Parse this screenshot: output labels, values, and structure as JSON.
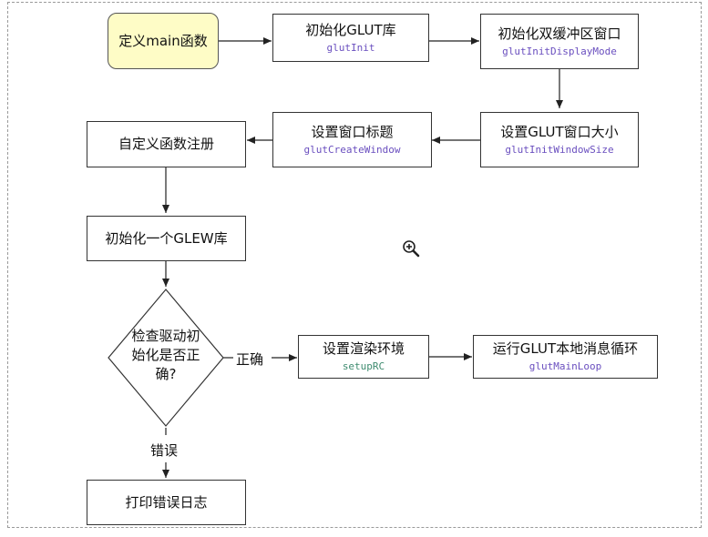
{
  "colors": {
    "start_fill": "#fefcc6",
    "code_purple": "#6a4fbf",
    "code_green": "#3e8b6f"
  },
  "nodes": {
    "start": {
      "title": "定义main函数"
    },
    "glut_init": {
      "title": "初始化GLUT库",
      "code": "glutInit"
    },
    "display_mode": {
      "title": "初始化双缓冲区窗口",
      "code": "glutInitDisplayMode"
    },
    "window_size": {
      "title": "设置GLUT窗口大小",
      "code": "glutInitWindowSize"
    },
    "window_title": {
      "title": "设置窗口标题",
      "code": "glutCreateWindow"
    },
    "register": {
      "title": "自定义函数注册"
    },
    "glew_init": {
      "title": "初始化一个GLEW库"
    },
    "decision": {
      "line1": "检查驱动初",
      "line2": "始化是否正",
      "line3": "确?"
    },
    "setup_rc": {
      "title": "设置渲染环境",
      "code": "setupRC"
    },
    "main_loop": {
      "title": "运行GLUT本地消息循环",
      "code": "glutMainLoop"
    },
    "log_error": {
      "title": "打印错误日志"
    }
  },
  "edge_labels": {
    "yes": "正确",
    "no": "错误"
  },
  "cursor_icon": "zoom-in-icon"
}
